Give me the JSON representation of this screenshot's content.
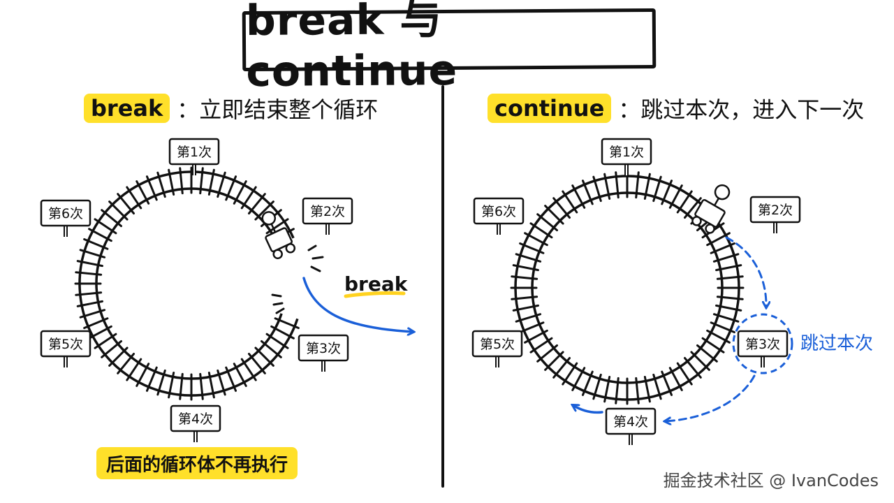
{
  "title": "break 与 continue",
  "left": {
    "keyword": "break",
    "description": "：立即结束整个循环",
    "signs": [
      "第1次",
      "第2次",
      "第3次",
      "第4次",
      "第5次",
      "第6次"
    ],
    "arrow_label": "break",
    "footer": "后面的循环体不再执行"
  },
  "right": {
    "keyword": "continue",
    "description": "：跳过本次，进入下一次",
    "signs": [
      "第1次",
      "第2次",
      "第3次",
      "第4次",
      "第5次",
      "第6次"
    ],
    "skip_label": "跳过本次"
  },
  "watermark": "掘金技术社区 @ IvanCodes",
  "colors": {
    "highlight": "#ffe02a",
    "arrow": "#1a5fd8",
    "line": "#111111"
  }
}
